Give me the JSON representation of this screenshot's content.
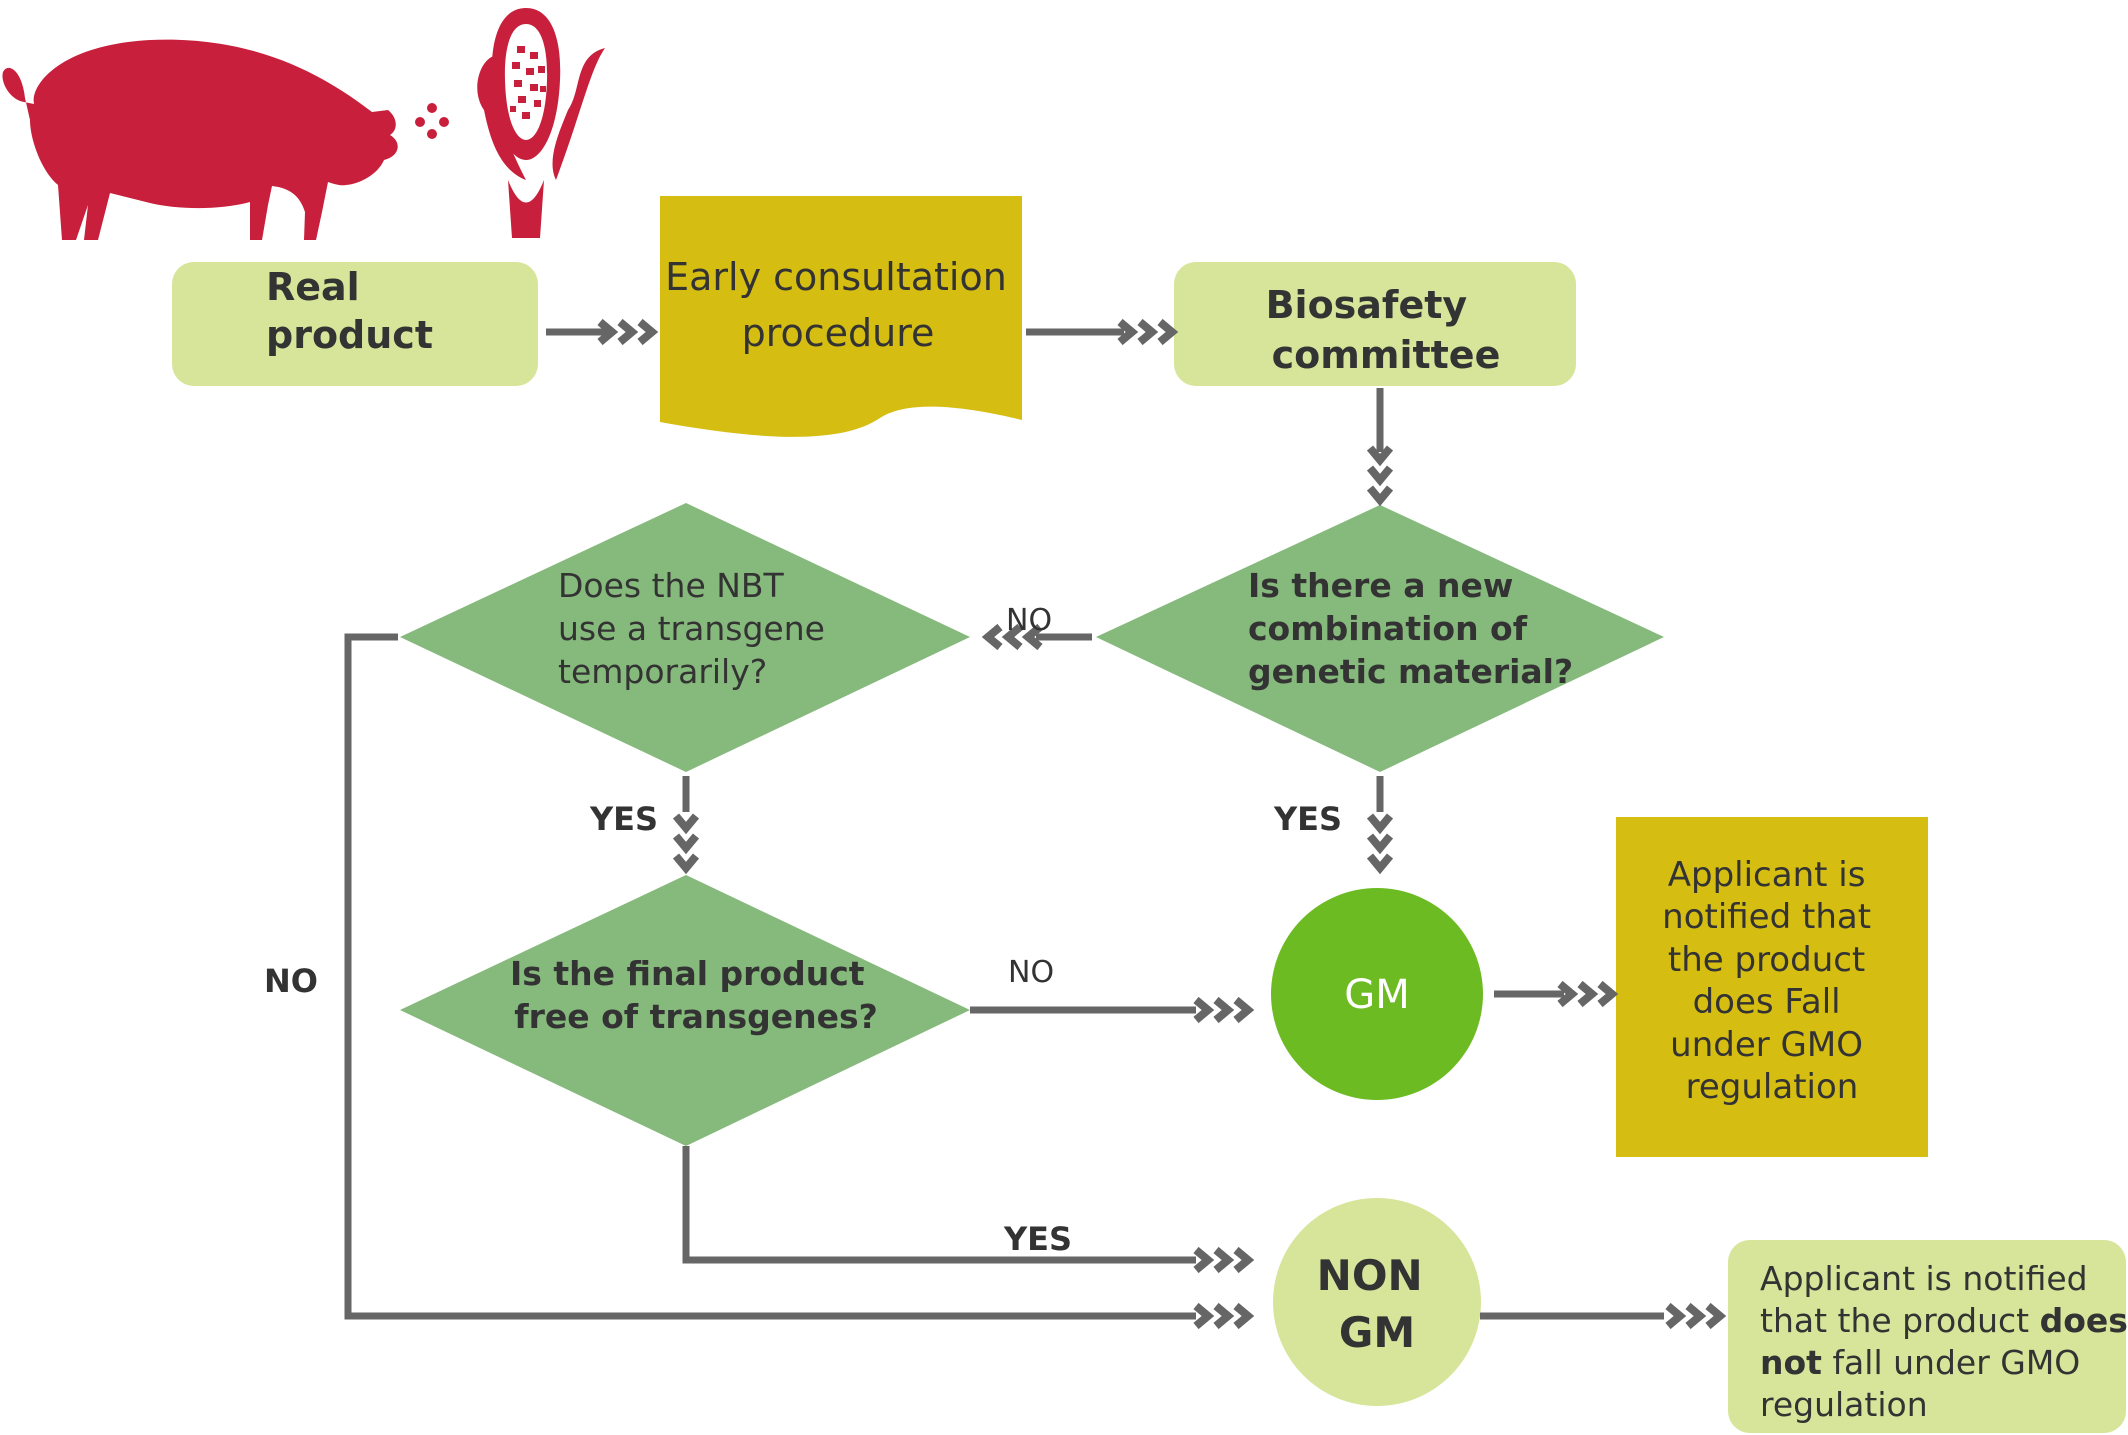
{
  "colors": {
    "red": "#c8203c",
    "light_green": "#d6e59a",
    "mid_green": "#86b97c",
    "bright_green": "#6dbb22",
    "mustard": "#d6bd12",
    "arrow": "#666666",
    "text": "#333333"
  },
  "icons": {
    "pig": "pig-icon",
    "corn": "corn-icon"
  },
  "nodes": {
    "real_product": {
      "line1": "Real",
      "line2": "product"
    },
    "early_consultation": {
      "line1": "Early consultation",
      "line2": "procedure"
    },
    "biosafety": {
      "line1": "Biosafety",
      "line2": "committee"
    },
    "q_new_combination": {
      "line1": "Is there a new",
      "line2": "combination of",
      "line3": "genetic material?"
    },
    "q_transgene_temporary": {
      "line1": "Does the NBT",
      "line2": "use a transgene",
      "line3": "temporarily?"
    },
    "q_free_of_transgenes": {
      "line1": "Is the final product",
      "line2": "free of transgenes?"
    },
    "gm": {
      "label": "GM"
    },
    "non_gm": {
      "line1": "NON",
      "line2": "GM"
    },
    "gm_notice": {
      "line1": "Applicant is",
      "line2": "notified that",
      "line3": "the product",
      "line4": "does Fall",
      "line5": "under GMO",
      "line6": "regulation"
    },
    "non_gm_notice": {
      "line1": "Applicant is notified",
      "line2_a": "that the product ",
      "line2_b": "does",
      "line3_a": "not",
      "line3_b": " fall under GMO",
      "line4": "regulation"
    }
  },
  "edge_labels": {
    "no_top": "NO",
    "yes_left": "YES",
    "yes_right": "YES",
    "no_middle": "NO",
    "no_left": "NO",
    "yes_bottom": "YES"
  }
}
